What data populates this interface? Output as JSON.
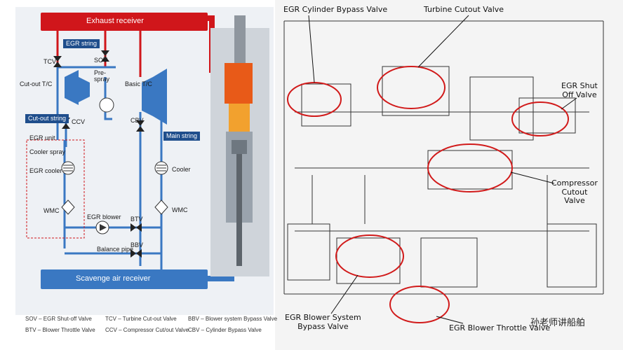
{
  "schematic": {
    "exhaust_receiver": "Exhaust receiver",
    "scavenge_receiver": "Scavenge air receiver",
    "egr_string": "EGR string",
    "cutout_string": "Cut-out string",
    "main_string": "Main string",
    "tcv": "TCV",
    "sov": "SOV",
    "pre_spray": "Pre-\nspray",
    "cutout_tc": "Cut-out T/C",
    "basic_tc": "Basic T/C",
    "ccv": "CCV",
    "cbv": "CBV",
    "egr_unit": "EGR unit",
    "cooler_spray": "Cooler spray",
    "egr_cooler": "EGR cooler",
    "cooler": "Cooler",
    "wmc_left": "WMC",
    "wmc_right": "WMC",
    "egr_blower": "EGR blower",
    "btv": "BTV",
    "bbv": "BBV",
    "balance_pipe": "Balance pipe"
  },
  "legend": [
    "SOV – EGR Shut-off Valve",
    "TCV – Turbine Cut-out Valve",
    "BBV – Blower system Bypass Valve",
    "BTV – Blower Throttle Valve",
    "CCV – Compressor Cut/out Valve",
    "CBV – Cylinder Bypass Valve"
  ],
  "callouts": {
    "egr_cylinder_bypass": "EGR Cylinder Bypass Valve",
    "turbine_cutout": "Turbine Cutout Valve",
    "egr_shutoff": "EGR Shut\nOff Valve",
    "compressor_cutout": "Compressor\nCutout\nValve",
    "egr_blower_bypass": "EGR Blower System\nBypass Valve",
    "egr_blower_throttle": "EGR Blower Throttle Valve"
  },
  "watermark": "孙老师讲船舶",
  "colors": {
    "exhaust": "#d0161b",
    "scavenge": "#3a78c2",
    "string_tag": "#1f4e8c",
    "callout_ring": "#d11a1a"
  }
}
